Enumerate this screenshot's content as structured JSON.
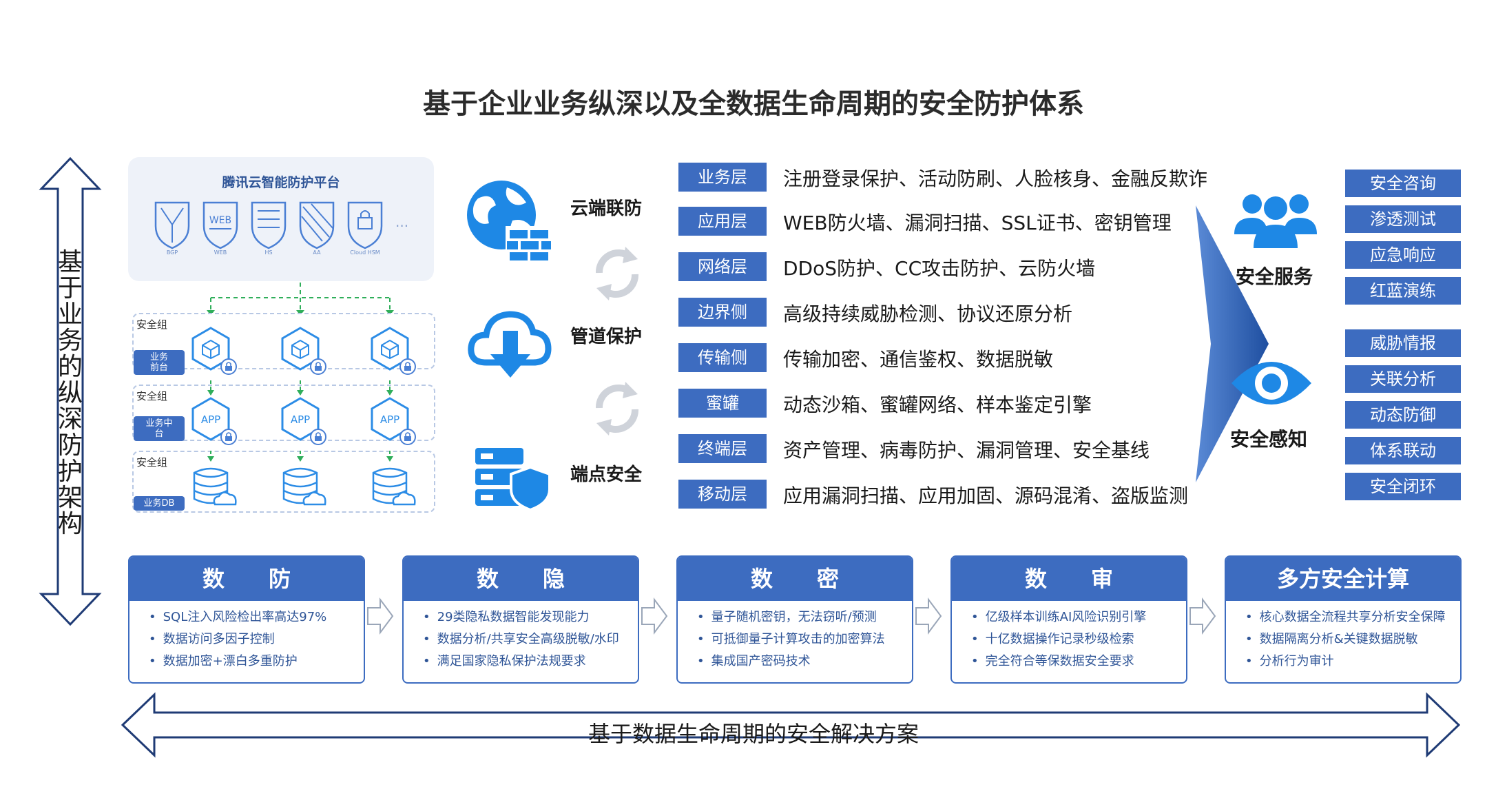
{
  "title": "基于企业业务纵深以及全数据生命周期的安全防护体系",
  "left_label": [
    "基",
    "于",
    "业",
    "务",
    "的",
    "纵",
    "深",
    "防",
    "护",
    "架",
    "构"
  ],
  "platform": {
    "title": "腾讯云智能防护平台",
    "shields": [
      {
        "label": "BGP",
        "icon": "shield-icon"
      },
      {
        "label": "WEB",
        "icon": "web-shield-icon"
      },
      {
        "label": "HS",
        "icon": "host-shield-icon"
      },
      {
        "label": "AA",
        "icon": "stripe-shield-icon"
      },
      {
        "label": "Cloud HSM",
        "icon": "lock-shield-icon"
      }
    ],
    "more": "···"
  },
  "security_groups": [
    {
      "title": "安全组",
      "tag": "业务\n前台",
      "icon": "cube-hexagon-icon"
    },
    {
      "title": "安全组",
      "tag": "业务中\n台",
      "icon": "app-hexagon-icon",
      "icon_text": "APP"
    },
    {
      "title": "安全组",
      "tag": "业务DB",
      "icon": "database-cloud-icon"
    }
  ],
  "middle": [
    {
      "label": "云端联防",
      "icon": "globe-firewall-icon"
    },
    {
      "label": "管道保护",
      "icon": "cloud-download-icon"
    },
    {
      "label": "端点安全",
      "icon": "server-shield-icon"
    }
  ],
  "layers": [
    {
      "tag": "业务层",
      "desc": "注册登录保护、活动防刷、人脸核身、金融反欺诈"
    },
    {
      "tag": "应用层",
      "desc": "WEB防火墙、漏洞扫描、SSL证书、密钥管理"
    },
    {
      "tag": "网络层",
      "desc": "DDoS防护、CC攻击防护、云防火墙"
    },
    {
      "tag": "边界侧",
      "desc": "高级持续威胁检测、协议还原分析"
    },
    {
      "tag": "传输侧",
      "desc": "传输加密、通信鉴权、数据脱敏"
    },
    {
      "tag": "蜜罐",
      "desc": "动态沙箱、蜜罐网络、样本鉴定引擎"
    },
    {
      "tag": "终端层",
      "desc": "资产管理、病毒防护、漏洞管理、安全基线"
    },
    {
      "tag": "移动层",
      "desc": "应用漏洞扫描、应用加固、源码混淆、盗版监测"
    }
  ],
  "security_service": {
    "title": "安全服务",
    "icon": "people-group-icon",
    "items": [
      "安全咨询",
      "渗透测试",
      "应急响应",
      "红蓝演练"
    ]
  },
  "security_perception": {
    "title": "安全感知",
    "icon": "eye-icon",
    "items": [
      "威胁情报",
      "关联分析",
      "动态防御",
      "体系联动",
      "安全闭环"
    ]
  },
  "cards": [
    {
      "title": "数　　防",
      "items": [
        "SQL注入风险检出率高达97%",
        "数据访问多因子控制",
        "数据加密+漂白多重防护"
      ]
    },
    {
      "title": "数　　隐",
      "items": [
        "29类隐私数据智能发现能力",
        "数据分析/共享安全高级脱敏/水印",
        "满足国家隐私保护法规要求"
      ]
    },
    {
      "title": "数　　密",
      "items": [
        "量子随机密钥，无法窃听/预测",
        "可抵御量子计算攻击的加密算法",
        "集成国产密码技术"
      ]
    },
    {
      "title": "数　　审",
      "items": [
        "亿级样本训练AI风险识别引擎",
        "十亿数据操作记录秒级检索",
        "完全符合等保数据安全要求"
      ]
    },
    {
      "title": "多方安全计算",
      "items": [
        "核心数据全流程共享分析安全保障",
        "数据隔离分析&关键数据脱敏",
        "分析行为审计"
      ]
    }
  ],
  "bottom_label": "基于数据生命周期的安全解决方案",
  "colors": {
    "primary": "#3d6cc0",
    "light_blue": "#2c8ce6",
    "panel": "#eef2f9",
    "dash": "#b8c8e4"
  }
}
